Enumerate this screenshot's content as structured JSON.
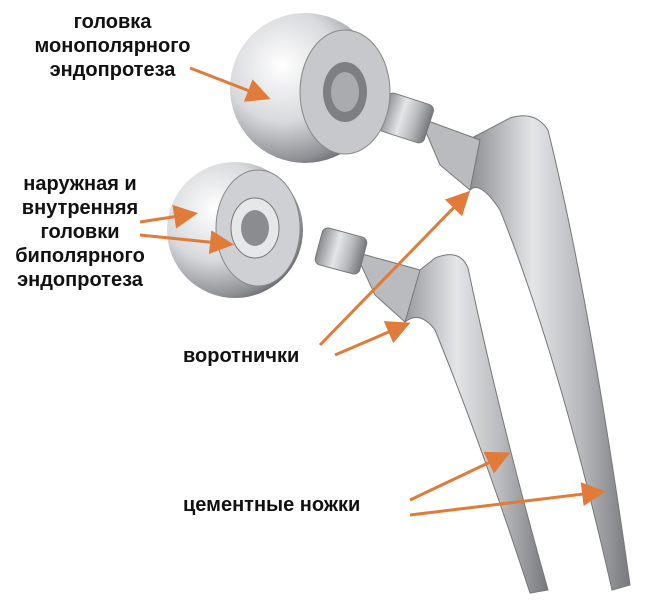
{
  "labels": {
    "mono_head": [
      "головка",
      "монополярного",
      "эндопротеза"
    ],
    "bipolar_head": [
      "наружная и",
      "внутренняя",
      "головки",
      "биполярного",
      "эндопротеза"
    ],
    "collars": "воротнички",
    "cement_stems": "цементные ножки"
  },
  "colors": {
    "arrow": "#e07b39",
    "metal": "#c8c9cc"
  }
}
